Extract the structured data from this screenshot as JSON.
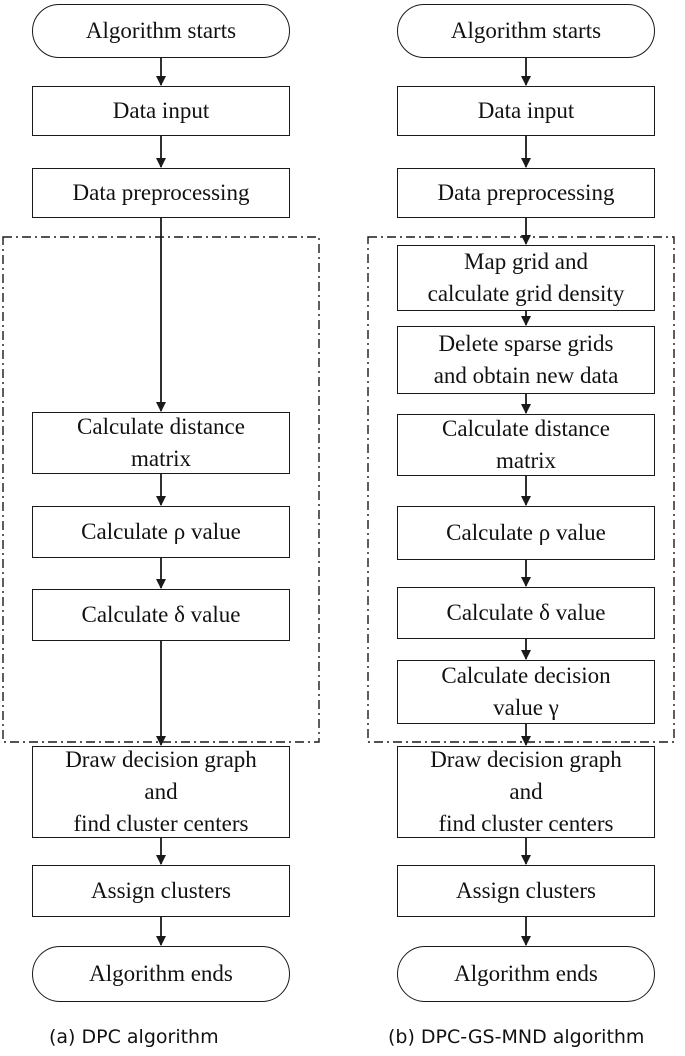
{
  "panel_a": {
    "start": "Algorithm starts",
    "input": "Data input",
    "preprocess": "Data preprocessing",
    "distance": "Calculate distance\nmatrix",
    "rho": "Calculate ρ value",
    "delta": "Calculate δ value",
    "decision_graph": "Draw  decision graph\nand\nfind cluster centers",
    "assign": "Assign clusters",
    "end": "Algorithm ends",
    "caption": "(a) DPC algorithm"
  },
  "panel_b": {
    "start": "Algorithm starts",
    "input": "Data input",
    "preprocess": "Data preprocessing",
    "grid": "Map grid  and\ncalculate grid density",
    "sparse": "Delete sparse grids\nand obtain new data",
    "distance": "Calculate distance\nmatrix",
    "rho": "Calculate ρ value",
    "delta": "Calculate δ value",
    "gamma": "Calculate decision\nvalue γ",
    "decision_graph": "Draw  decision graph\nand\nfind cluster centers",
    "assign": "Assign clusters",
    "end": "Algorithm ends",
    "caption": "(b) DPC-GS-MND algorithm"
  },
  "colors": {
    "line": "#1a1a1a",
    "text": "#111111",
    "background": "#ffffff"
  }
}
